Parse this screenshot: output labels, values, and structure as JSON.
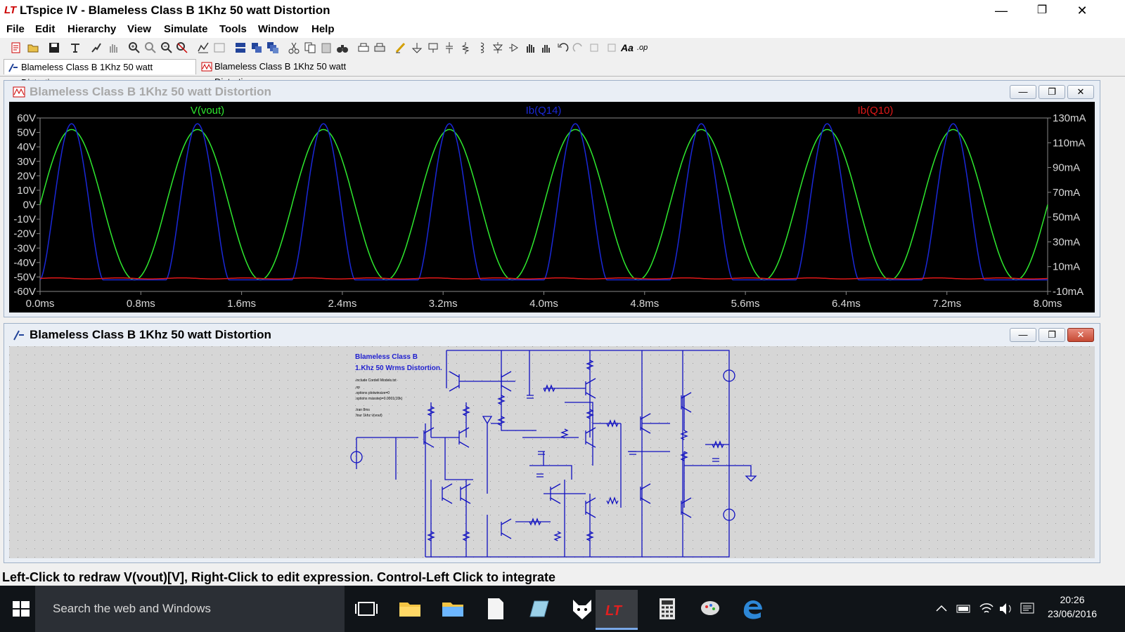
{
  "window": {
    "title": "LTspice IV - Blameless Class B 1Khz 50 watt Distortion",
    "app_icon": "ltspice-icon",
    "controls": {
      "minimize": "—",
      "maximize": "❐",
      "close": "✕"
    }
  },
  "menu": [
    {
      "label": "File"
    },
    {
      "label": "Edit"
    },
    {
      "label": "Hierarchy"
    },
    {
      "label": "View"
    },
    {
      "label": "Simulate"
    },
    {
      "label": "Tools"
    },
    {
      "label": "Window"
    },
    {
      "label": "Help"
    }
  ],
  "tabs": [
    {
      "label": "Blameless Class B 1Khz 50 watt Distortion",
      "icon": "schematic-icon",
      "active": true
    },
    {
      "label": "Blameless Class B 1Khz 50 watt Distortion",
      "icon": "waveform-icon",
      "active": false
    }
  ],
  "waveform_window": {
    "title": "Blameless Class B 1Khz 50 watt Distortion",
    "traces": [
      {
        "label": "V(vout)",
        "color": "#2ee82e"
      },
      {
        "label": "Ib(Q14)",
        "color": "#1a28d8"
      },
      {
        "label": "Ib(Q10)",
        "color": "#e01818"
      }
    ],
    "buttons": {
      "minimize": "—",
      "restore": "❐",
      "close": "✕"
    }
  },
  "chart_data": {
    "type": "line",
    "background": "#000000",
    "x_ticks": [
      "0.0ms",
      "0.8ms",
      "1.6ms",
      "2.4ms",
      "3.2ms",
      "4.0ms",
      "4.8ms",
      "5.6ms",
      "6.4ms",
      "7.2ms",
      "8.0ms"
    ],
    "xlim": [
      0,
      8
    ],
    "x_unit": "ms",
    "y_left_ticks": [
      "60V",
      "50V",
      "40V",
      "30V",
      "20V",
      "10V",
      "0V",
      "-10V",
      "-20V",
      "-30V",
      "-40V",
      "-50V",
      "-60V"
    ],
    "ylim_left": [
      -60,
      60
    ],
    "y_right_ticks": [
      "130mA",
      "110mA",
      "90mA",
      "70mA",
      "50mA",
      "30mA",
      "10mA",
      "-10mA"
    ],
    "ylim_right": [
      -10,
      130
    ],
    "series": [
      {
        "name": "V(vout)",
        "color": "#2ee82e",
        "axis": "left",
        "kind": "sine",
        "amplitude": 52,
        "offset": 0,
        "frequency_khz": 1
      },
      {
        "name": "Ib(Q14)",
        "color": "#1a28d8",
        "axis": "left",
        "kind": "half-wave",
        "peak": 56,
        "floor": -52,
        "frequency_khz": 1
      },
      {
        "name": "Ib(Q10)",
        "color": "#e01818",
        "axis": "left",
        "kind": "flat",
        "level": -51
      }
    ],
    "grid": false
  },
  "schematic_window": {
    "title": "Blameless Class B 1Khz 50 watt Distortion",
    "buttons": {
      "minimize": "—",
      "restore": "❐",
      "close": "✕"
    },
    "notes": {
      "line1": "Blameless Class B",
      "line2": "1.Khz 50 Wrms Distortion.",
      "directives": [
        ".include Cordell Models.txt",
        ".op",
        ".options plotwinsize=0",
        ".options maxstep=0.0001(10k)",
        ".tran 8ms",
        ".four 1khz v(vout)"
      ]
    }
  },
  "statusbar": {
    "text": "Left-Click to redraw V(vout)[V],  Right-Click to edit expression. Control-Left Click to integrate"
  },
  "taskbar": {
    "search_placeholder": "Search the web and Windows",
    "time": "20:26",
    "date": "23/06/2016"
  }
}
